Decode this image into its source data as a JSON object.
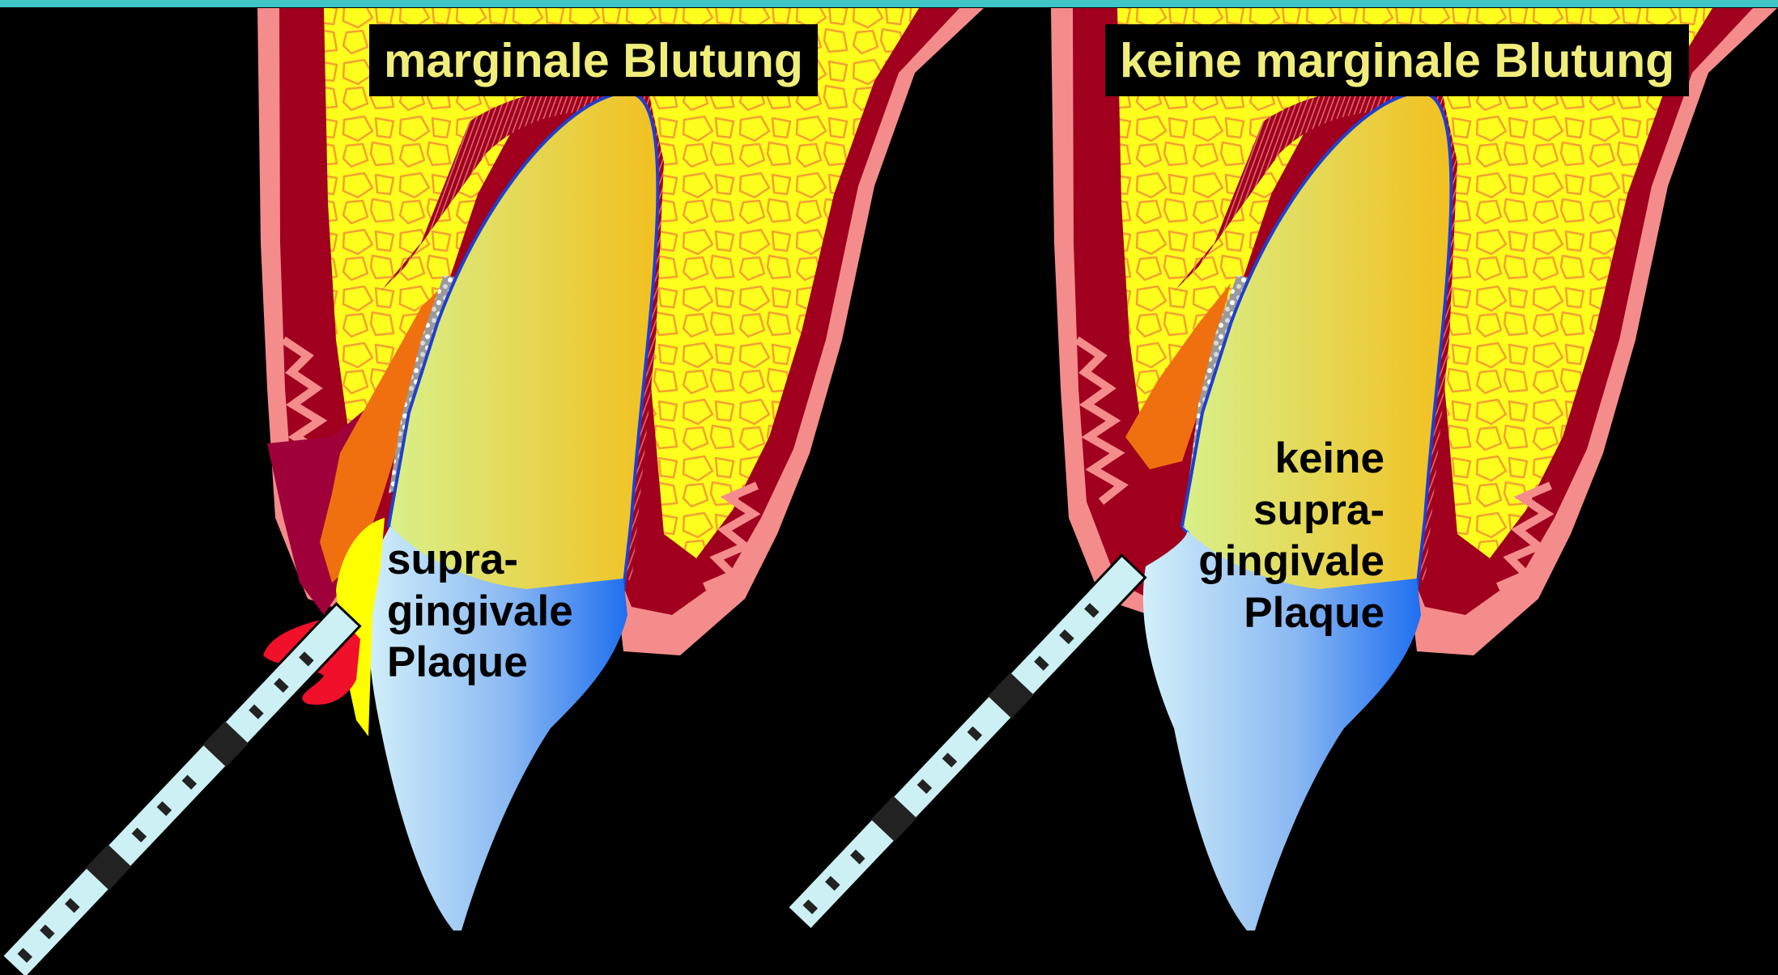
{
  "panels": [
    {
      "id": "left",
      "title": "marginale Blutung",
      "label_lines": [
        "supra-",
        "gingivale",
        "Plaque"
      ]
    },
    {
      "id": "right",
      "title": "keine marginale Blutung",
      "label_lines": [
        "keine",
        "supra-",
        "gingivale",
        "Plaque"
      ]
    }
  ],
  "colors": {
    "background": "#000000",
    "top_border": "#3ec6c6",
    "title_text": "#f0ee7a",
    "gingiva_outer": "#f48c8c",
    "gingiva_inner": "#a0001e",
    "bone": "#ffff1e",
    "bone_lines": "#f5a030",
    "root_light": "#d8f08a",
    "root_dark": "#f2c020",
    "crown_light": "#c8ecf8",
    "crown_dark": "#1f6ff0",
    "inflammation": "#f07010",
    "bleeding": "#f0102a",
    "plaque_yellow": "#ffff00",
    "probe": "#ccf0f4"
  },
  "icons": [
    "tooth-diagram",
    "periodontal-probe"
  ]
}
